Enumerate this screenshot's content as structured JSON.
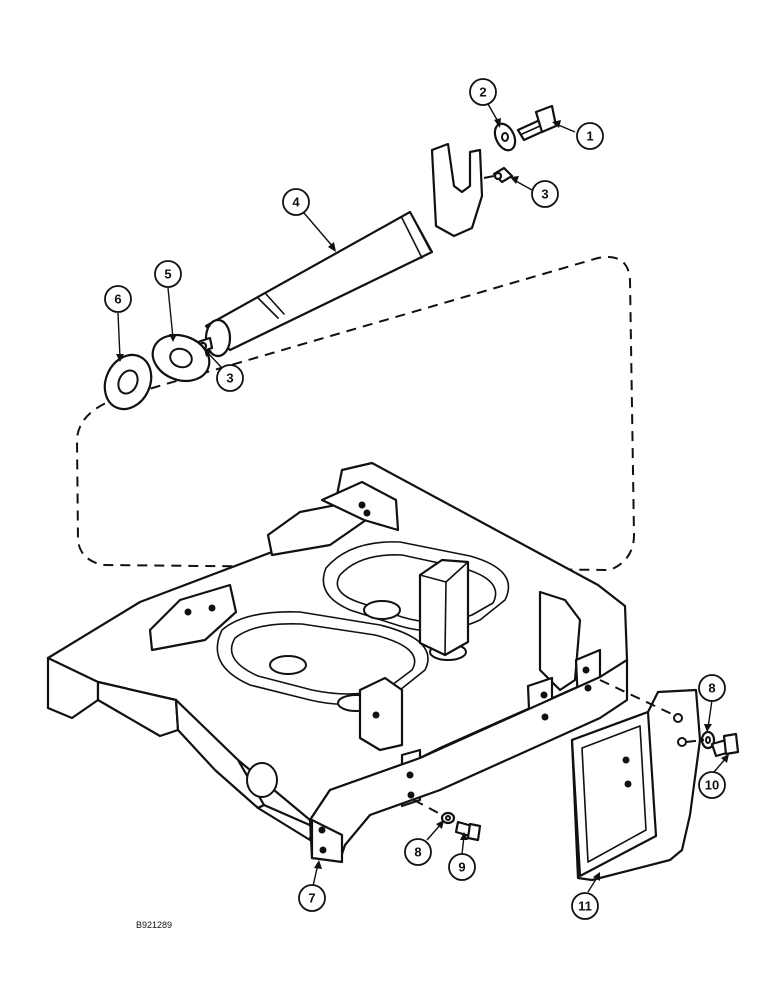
{
  "figure_reference": "B921289",
  "callouts": {
    "c1": "1",
    "c2": "2",
    "c3a": "3",
    "c3b": "3",
    "c4": "4",
    "c5": "5",
    "c6": "6",
    "c7": "7",
    "c8a": "8",
    "c8b": "8",
    "c9": "9",
    "c10": "10",
    "c11": "11"
  },
  "colors": {
    "line": "#111111",
    "background": "#ffffff"
  }
}
